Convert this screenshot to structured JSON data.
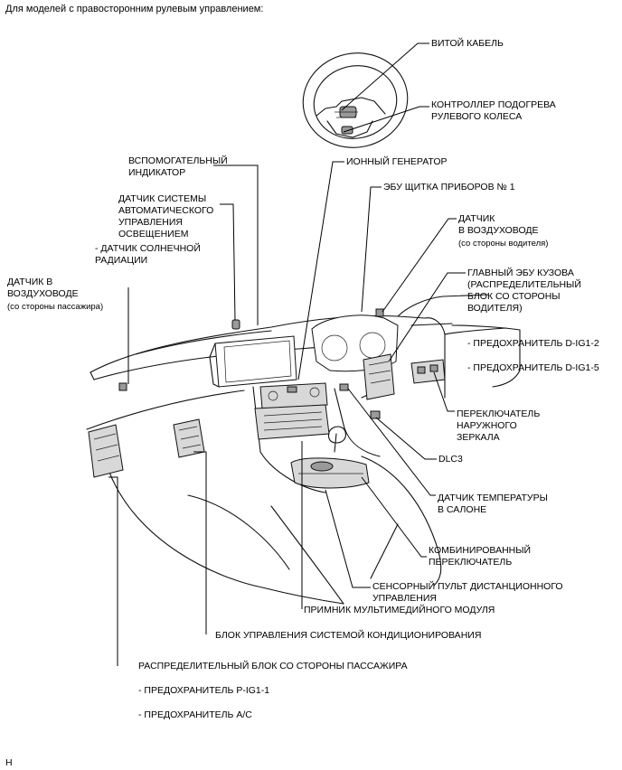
{
  "header": "Для моделей с правосторонним рулевым управлением:",
  "footer_code": "H",
  "labels": {
    "spiral_cable": "ВИТОЙ КАБЕЛЬ",
    "heater_ctrl_1": "КОНТРОЛЛЕР ПОДОГРЕВА",
    "heater_ctrl_2": "РУЛЕВОГО КОЛЕСА",
    "aux_ind_1": "ВСПОМОГАТЕЛЬНЫЙ",
    "aux_ind_2": "ИНДИКАТОР",
    "ion_gen": "ИОННЫЙ ГЕНЕРАТОР",
    "light_sensor_1": "ДАТЧИК СИСТЕМЫ",
    "light_sensor_2": "АВТОМАТИЧЕСКОГО",
    "light_sensor_3": "УПРАВЛЕНИЯ",
    "light_sensor_4": "ОСВЕЩЕНИЕМ",
    "solar_1": "- ДАТЧИК СОЛНЕЧНОЙ",
    "solar_2": "РАДИАЦИИ",
    "meter_ecu": "ЭБУ ЩИТКА ПРИБОРОВ № 1",
    "duct_drv_1": "ДАТЧИК",
    "duct_drv_2": "В ВОЗДУХОВОДЕ",
    "duct_drv_3": "(со стороны водителя)",
    "duct_pass_1": "ДАТЧИК В",
    "duct_pass_2": "ВОЗДУХОВОДЕ",
    "duct_pass_3": "(со стороны пассажира)",
    "body_ecu_1": "ГЛАВНЫЙ ЭБУ КУЗОВА",
    "body_ecu_2": "(РАСПРЕДЕЛИТЕЛЬНЫЙ",
    "body_ecu_3": "БЛОК СО СТОРОНЫ",
    "body_ecu_4": "ВОДИТЕЛЯ)",
    "fuse_dig12": "- ПРЕДОХРАНИТЕЛЬ D-IG1-2",
    "fuse_dig15": "- ПРЕДОХРАНИТЕЛЬ D-IG1-5",
    "mirror_sw_1": "ПЕРЕКЛЮЧАТЕЛЬ",
    "mirror_sw_2": "НАРУЖНОГО",
    "mirror_sw_3": "ЗЕРКАЛА",
    "dlc3": "DLC3",
    "room_temp_1": "ДАТЧИК ТЕМПЕРАТУРЫ",
    "room_temp_2": "В САЛОНЕ",
    "combo_sw_1": "КОМБИНИРОВАННЫЙ",
    "combo_sw_2": "ПЕРЕКЛЮЧАТЕЛЬ",
    "touch_pad_1": "СЕНСОРНЫЙ ПУЛЬТ ДИСТАНЦИОННОГО",
    "touch_pad_2": "УПРАВЛЕНИЯ",
    "mm_receiver": "ПРИМНИК МУЛЬТИМЕДИЙНОГО МОДУЛЯ",
    "ac_ctrl": "БЛОК УПРАВЛЕНИЯ СИСТЕМОЙ КОНДИЦИОНИРОВАНИЯ",
    "pass_jb": "РАСПРЕДЕЛИТЕЛЬНЫЙ БЛОК СО СТОРОНЫ ПАССАЖИРА",
    "fuse_pig11": "- ПРЕДОХРАНИТЕЛЬ P-IG1-1",
    "fuse_ac": "- ПРЕДОХРАНИТЕЛЬ A/C"
  }
}
